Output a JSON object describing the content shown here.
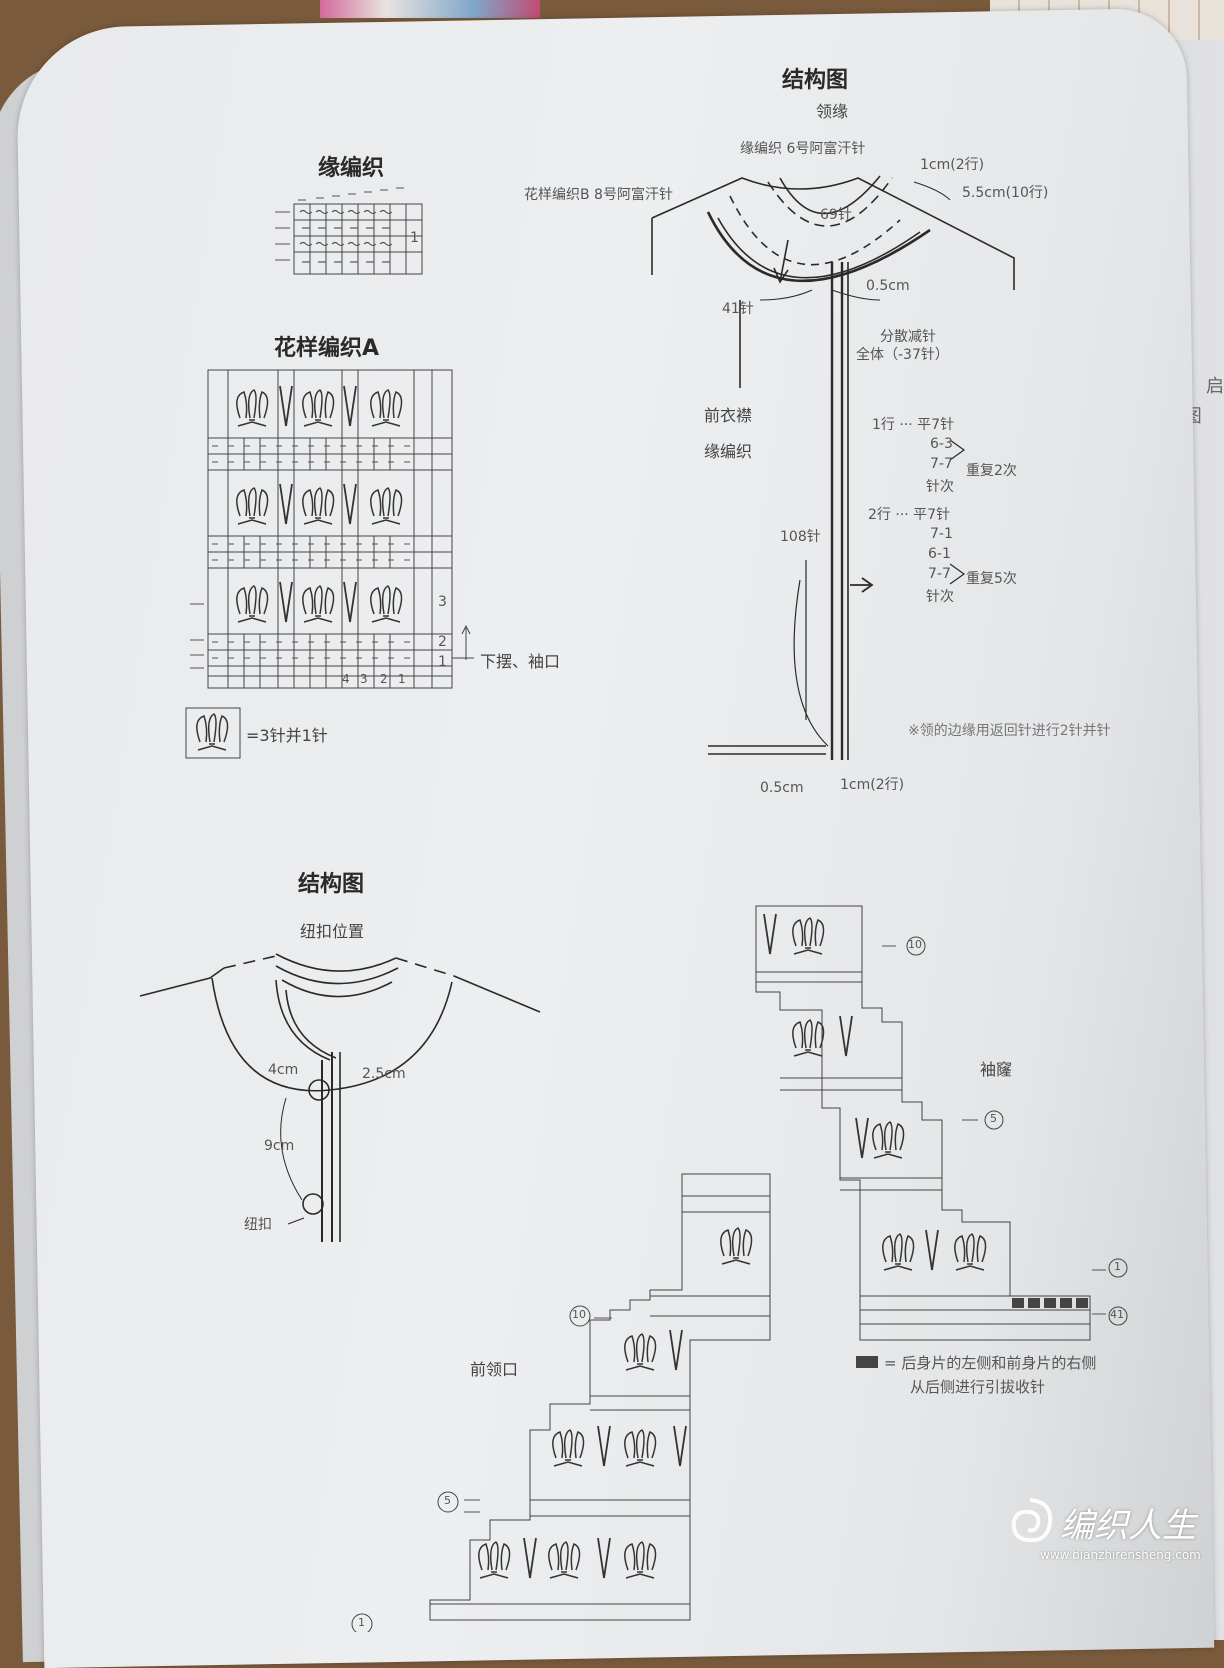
{
  "left_top": {
    "edge_title": "缘编织",
    "pattern_a_title": "花样编织A",
    "legend_symbol_text": "=3针并1针",
    "hem_label": "下摆、袖口",
    "row_numbers": [
      "1",
      "2",
      "3"
    ],
    "col_numbers": [
      "4",
      "3",
      "2",
      "1"
    ],
    "edge_row_number": "1"
  },
  "right_top": {
    "title": "结构图",
    "subtitle": "领缘",
    "edge_knit": "缘编织 6号阿富汗针",
    "pattern_b": "花样编织B 8号阿富汗针",
    "collar_count": "69针",
    "dim_1cm_2": "1cm(2行)",
    "dim_5_5": "5.5cm(10行)",
    "dim_0_5_top": "0.5cm",
    "left_count": "41针",
    "decrease_1": "分散减针",
    "decrease_2": "全体（-37针）",
    "front_placket": "前衣襟",
    "front_edge_knit": "缘编织",
    "front_count": "108针",
    "rule1_head": "1行 ··· 平7针",
    "rule1_a": "6-3",
    "rule1_b": "7-7",
    "rule1_repeat": "重复2次",
    "rule1_tail": "针次",
    "rule2_head": "2行 ··· 平7针",
    "rule2_a": "7-1",
    "rule2_b": "6-1",
    "rule2_c": "7-7",
    "rule2_repeat": "重复5次",
    "rule2_tail": "针次",
    "footnote": "※领的边缘用返回针进行2针并针",
    "bottom_0_5": "0.5cm",
    "bottom_1cm": "1cm(2行)"
  },
  "left_bottom": {
    "title": "结构图",
    "subtitle": "纽扣位置",
    "dim_4cm": "4cm",
    "dim_2_5": "2.5cm",
    "dim_9cm": "9cm",
    "button": "纽扣"
  },
  "right_bottom": {
    "armhole": "袖窿",
    "front_neck": "前领口",
    "mark_10a": "10",
    "mark_5a": "5",
    "mark_1a": "1",
    "mark_10b": "10",
    "mark_5b": "5",
    "mark_1b": "1",
    "mark_41": "41",
    "legend_1": "= 后身片的左侧和前身片的右侧",
    "legend_2": "从后侧进行引拔收针"
  },
  "right_page_fragments": [
    "启",
    "⑪ 图"
  ],
  "watermark": {
    "name": "编织人生",
    "url": "www.bianzhirensheng.com"
  }
}
